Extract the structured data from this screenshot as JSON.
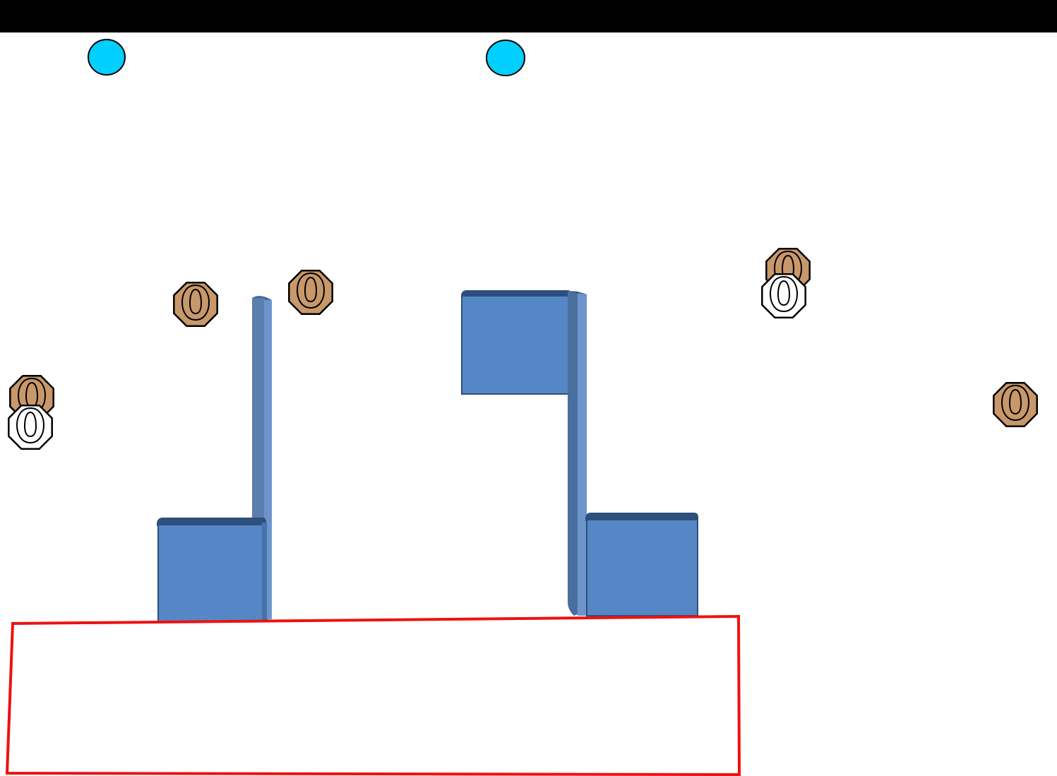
{
  "title_bar": {
    "text": ""
  },
  "colors": {
    "title_bar": "#000000",
    "steel_target_fill": "#00cfff",
    "paper_target_tan": "#c8986a",
    "paper_target_white": "#ffffff",
    "target_outline": "#000000",
    "barrier_fill": "#5587c6",
    "barrier_side": "#3f6799",
    "barrier_edge": "#2d4f7c",
    "shooting_area_outline": "#ee1111"
  },
  "elements": {
    "steel_targets": [
      {
        "icon": "steel-popper-icon"
      },
      {
        "icon": "steel-popper-icon"
      }
    ],
    "paper_targets": [
      {
        "icon": "paper-target-icon",
        "type": "shoot"
      },
      {
        "icon": "paper-target-icon",
        "type": "shoot"
      },
      {
        "icon": "paper-target-icon",
        "type": "shoot"
      },
      {
        "icon": "paper-target-icon",
        "type": "shoot"
      },
      {
        "icon": "paper-target-icon",
        "type": "shoot"
      }
    ],
    "no_shoot_targets": [
      {
        "icon": "no-shoot-target-icon",
        "type": "no-shoot"
      },
      {
        "icon": "no-shoot-target-icon",
        "type": "no-shoot"
      }
    ],
    "barriers": [
      {
        "name": "left-wall"
      },
      {
        "name": "left-low-wall"
      },
      {
        "name": "center-wall"
      },
      {
        "name": "center-high-panel"
      },
      {
        "name": "center-low-wall"
      }
    ],
    "shooting_area": {
      "name": "shooting-area-fault-line"
    }
  }
}
